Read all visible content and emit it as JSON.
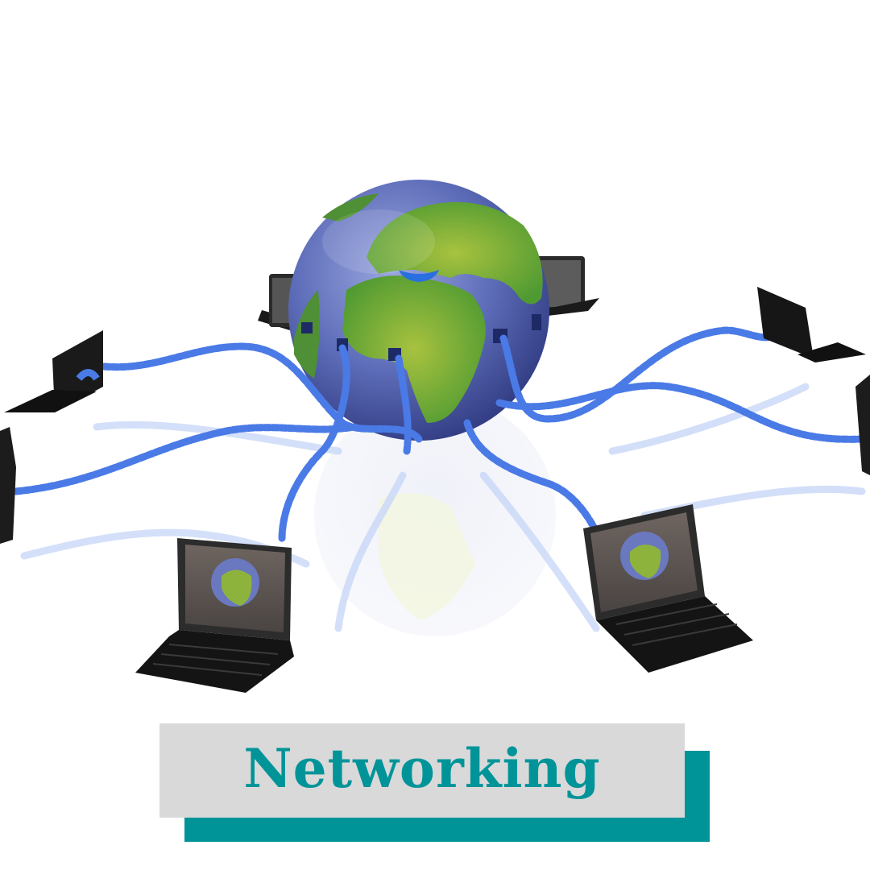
{
  "graphic": {
    "title": "Networking",
    "description": "Globe connected by blue cables to seven laptops",
    "colors": {
      "background": "#ffffff",
      "label_box": "#d9d9d9",
      "label_shadow": "#009499",
      "label_text": "#009499",
      "cable": "#4a7ae6",
      "globe_ocean": "#5a6fb8",
      "globe_land": "#6aa83a",
      "laptop_body": "#111111"
    },
    "icons": {
      "center": "globe-icon",
      "nodes": "laptop-icon",
      "links": "cable-icon"
    },
    "laptop_count": 7
  }
}
